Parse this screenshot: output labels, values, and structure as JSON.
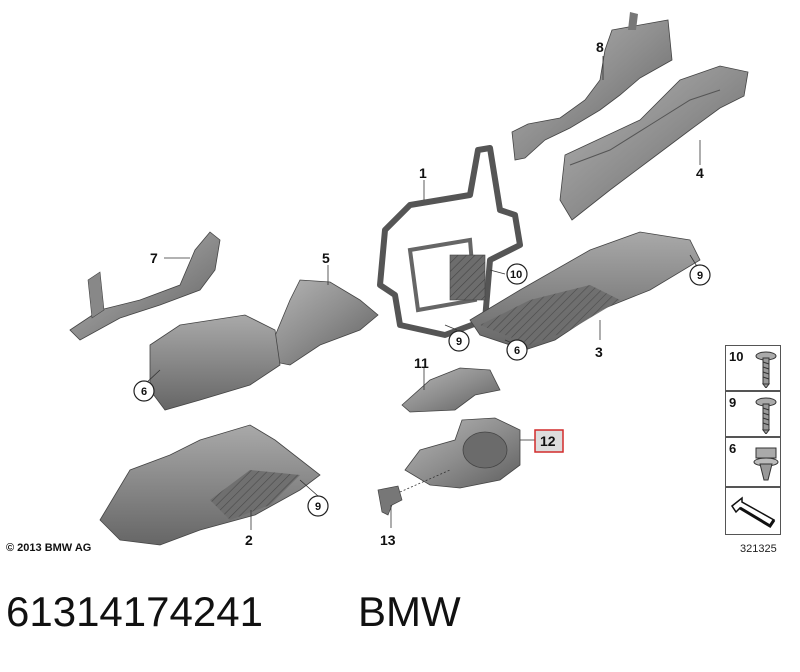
{
  "callouts": {
    "c1": "1",
    "c2": "2",
    "c3": "3",
    "c4": "4",
    "c5": "5",
    "c7": "7",
    "c8": "8",
    "c11": "11",
    "c12": "12",
    "c13": "13"
  },
  "circled": {
    "a6": "6",
    "b6": "6",
    "c6": "6",
    "a9": "9",
    "b9": "9",
    "c9": "9",
    "a10": "10"
  },
  "legend": {
    "items": [
      {
        "label": "10",
        "icon": "screw-icon"
      },
      {
        "label": "9",
        "icon": "screw-icon"
      },
      {
        "label": "6",
        "icon": "clip-nut-icon"
      }
    ],
    "arrow_icon": "direction-arrow-icon"
  },
  "footer": {
    "copyright": "© 2013 BMW AG",
    "diagram_id": "321325",
    "part_number": "61314174241",
    "brand": "BMW"
  },
  "colors": {
    "part_gray": "#8a8a8a",
    "part_dark": "#5a5a5a",
    "highlight_box": "#d22b2b",
    "highlight_fill": "#dddddd"
  }
}
